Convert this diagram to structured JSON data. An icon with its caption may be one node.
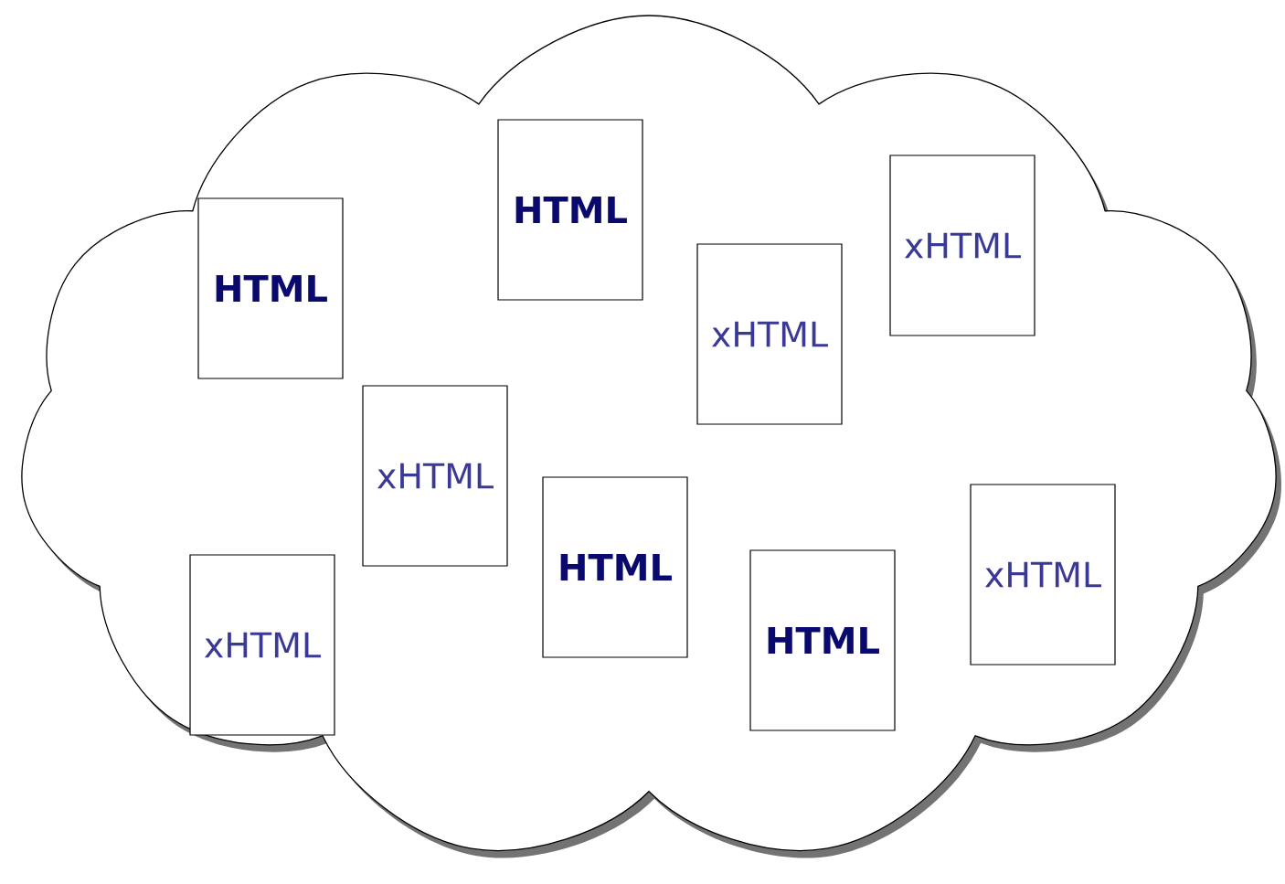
{
  "diagram": {
    "nodes": [
      {
        "text": [],
        "shape": "cloud"
      },
      {
        "text": [
          "HTML"
        ],
        "in": 0
      },
      {
        "text": [
          "xHTML"
        ],
        "in": 0
      },
      {
        "text": [
          "HTML"
        ],
        "in": 0
      },
      {
        "text": [
          "xHTML"
        ],
        "in": 0
      },
      {
        "text": [
          "xHTML"
        ],
        "in": 0
      },
      {
        "text": [
          "HTML"
        ],
        "in": 0
      },
      {
        "text": [
          "xHTML"
        ],
        "in": 0
      },
      {
        "text": [
          "HTML"
        ],
        "in": 0
      },
      {
        "text": [
          "xHTML"
        ],
        "in": 0
      }
    ]
  }
}
